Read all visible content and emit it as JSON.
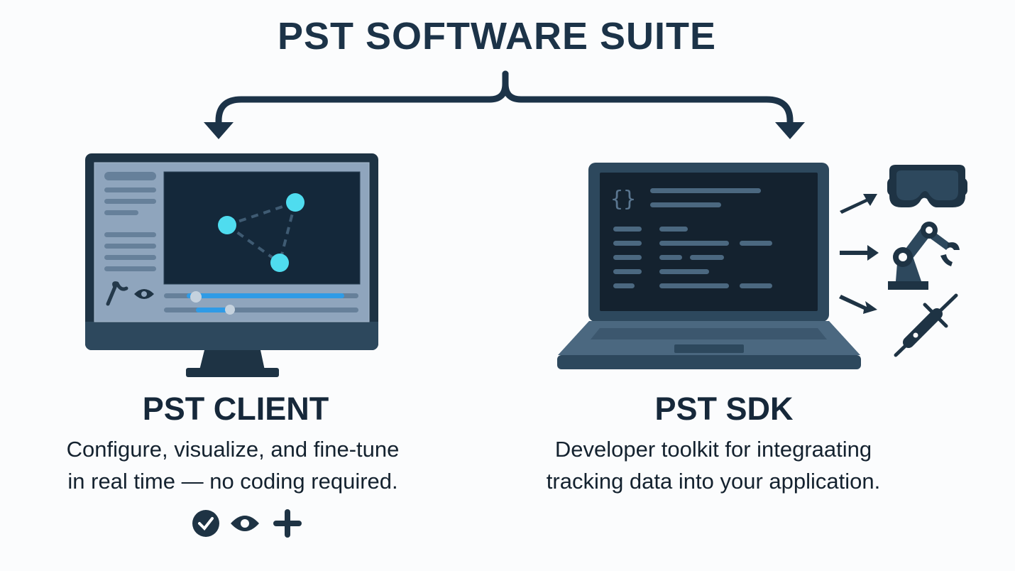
{
  "title": "PST SOFTWARE SUITE",
  "client": {
    "heading": "PST CLIENT",
    "description_lines": [
      "Configure, visualize, and fine-tune",
      "in real time — no coding required."
    ],
    "feature_icons": [
      "check-circle-icon",
      "eye-icon",
      "plus-icon"
    ]
  },
  "sdk": {
    "heading": "PST SDK",
    "description_lines": [
      "Developer toolkit for integraating",
      "tracking data into your application."
    ],
    "targets": [
      "vr-headset-icon",
      "robot-arm-icon",
      "syringe-icon"
    ]
  },
  "colors": {
    "navy": "#1e3344",
    "screen": "#8fa5bd",
    "viewport": "#14283a",
    "cyan": "#4fdcef",
    "slider": "#2f9be6"
  }
}
